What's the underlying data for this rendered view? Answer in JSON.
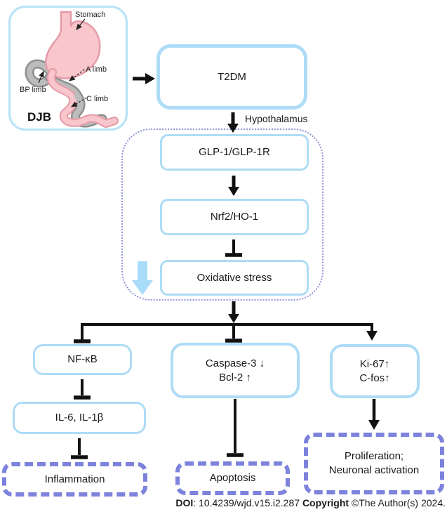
{
  "illustration": {
    "title": "DJB",
    "labels": {
      "stomach": "Stomach",
      "a_limb": "A limb",
      "bp_limb": "BP limb",
      "c_limb": "C limb"
    }
  },
  "flow": {
    "t2dm": "T2DM",
    "hypothalamus_label": "Hypothalamus",
    "glp": "GLP-1/GLP-1R",
    "nrf2": "Nrf2/HO-1",
    "oxidative": "Oxidative stress",
    "nfkb": "NF-κB",
    "interleukins": "IL-6, IL-1β",
    "inflammation": "Inflammation",
    "caspase_line1": "Caspase-3 ↓",
    "caspase_line2": "Bcl-2 ↑",
    "apoptosis": "Apoptosis",
    "ki67_line1": "Ki-67↑",
    "ki67_line2": "C-fos↑",
    "proliferation_line1": "Proliferation;",
    "proliferation_line2": "Neuronal activation"
  },
  "footer": {
    "doi_label": "DOI",
    "doi_value": ": 10.4239/wjd.v15.i2.287 ",
    "copyright_label": "Copyright",
    "copyright_value": " ©The Author(s) 2024."
  },
  "colors": {
    "node_border": "#aedcf6",
    "dashed_border": "#7d83dc",
    "dotted_border": "#9095d8",
    "block_arrow_blue": "#a9dcf8",
    "stomach_pink": "#f8c6cb",
    "stomach_outline": "#e59aa6",
    "intestine_gray": "#bcbcbc",
    "line_black": "#111111"
  }
}
